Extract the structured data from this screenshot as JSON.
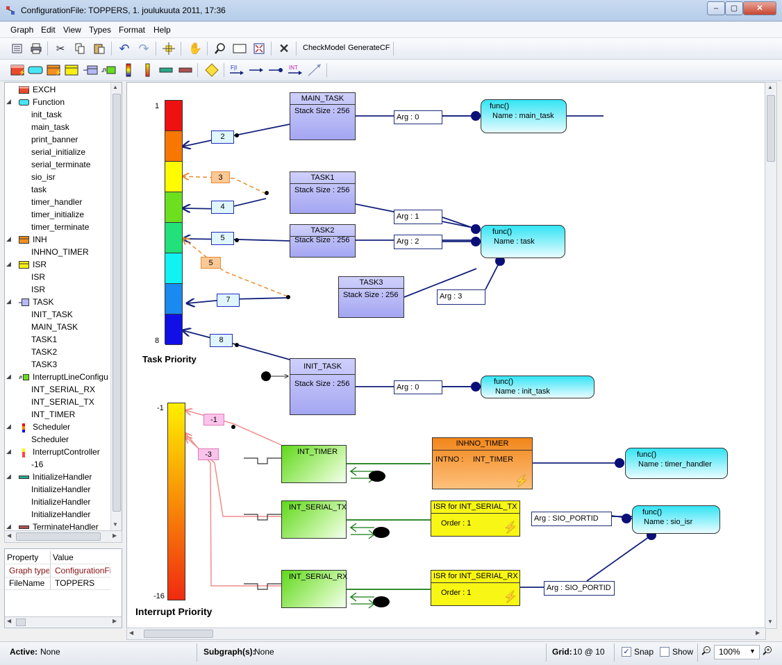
{
  "window": {
    "title": "ConfigurationFile: TOPPERS, 1. joulukuuta 2011, 17:36",
    "controls": [
      "minimize",
      "maximize",
      "close"
    ]
  },
  "menu": [
    "Graph",
    "Edit",
    "View",
    "Types",
    "Format",
    "Help"
  ],
  "toolbar1": {
    "buttons": [
      "properties-icon",
      "print-icon",
      "cut-icon",
      "copy-icon",
      "paste-icon",
      "undo-icon",
      "redo-icon",
      "center-icon",
      "pan-hand-icon",
      "zoom-icon",
      "zoom-rect-icon",
      "fit-icon",
      "delete-icon"
    ],
    "text_buttons": [
      "CheckModel",
      "GenerateCF"
    ]
  },
  "toolbar2": {
    "buttons": [
      "exch-icon",
      "function-icon",
      "inh-icon",
      "isr-icon",
      "task-icon",
      "interrupt-line-icon",
      "scheduler-icon",
      "interrupt-controller-icon",
      "initialize-handler-icon",
      "terminate-handler-icon",
      "diamond-icon",
      "fh-link-icon",
      "arrow-link-icon",
      "dot-link-icon",
      "int-link-icon",
      "diagonal-link-icon"
    ]
  },
  "tree": {
    "items": [
      {
        "label": "EXCH",
        "level": 0,
        "icon": "exch-icon",
        "expander": ""
      },
      {
        "label": "Function",
        "level": 0,
        "icon": "function-icon",
        "expander": "◢"
      },
      {
        "label": "init_task",
        "level": 1
      },
      {
        "label": "main_task",
        "level": 1
      },
      {
        "label": "print_banner",
        "level": 1
      },
      {
        "label": "serial_initialize",
        "level": 1
      },
      {
        "label": "serial_terminate",
        "level": 1
      },
      {
        "label": "sio_isr",
        "level": 1
      },
      {
        "label": "task",
        "level": 1
      },
      {
        "label": "timer_handler",
        "level": 1
      },
      {
        "label": "timer_initialize",
        "level": 1
      },
      {
        "label": "timer_terminate",
        "level": 1
      },
      {
        "label": "INH",
        "level": 0,
        "icon": "inh-icon",
        "expander": "◢"
      },
      {
        "label": "INHNO_TIMER",
        "level": 1
      },
      {
        "label": "ISR",
        "level": 0,
        "icon": "isr-icon",
        "expander": "◢"
      },
      {
        "label": "ISR",
        "level": 1
      },
      {
        "label": "ISR",
        "level": 1
      },
      {
        "label": "TASK",
        "level": 0,
        "icon": "task-icon",
        "expander": "◢"
      },
      {
        "label": "INIT_TASK",
        "level": 1
      },
      {
        "label": "MAIN_TASK",
        "level": 1
      },
      {
        "label": "TASK1",
        "level": 1
      },
      {
        "label": "TASK2",
        "level": 1
      },
      {
        "label": "TASK3",
        "level": 1
      },
      {
        "label": "InterruptLineConfigu",
        "level": 0,
        "icon": "interrupt-line-icon",
        "expander": "◢"
      },
      {
        "label": "INT_SERIAL_RX",
        "level": 1
      },
      {
        "label": "INT_SERIAL_TX",
        "level": 1
      },
      {
        "label": "INT_TIMER",
        "level": 1
      },
      {
        "label": "Scheduler",
        "level": 0,
        "icon": "scheduler-icon",
        "expander": "◢"
      },
      {
        "label": "Scheduler",
        "level": 1
      },
      {
        "label": "InterruptController",
        "level": 0,
        "icon": "interrupt-controller-icon",
        "expander": "◢"
      },
      {
        "label": "-16",
        "level": 1
      },
      {
        "label": "InitializeHandler",
        "level": 0,
        "icon": "initialize-handler-icon",
        "expander": "◢"
      },
      {
        "label": "InitializeHandler",
        "level": 1
      },
      {
        "label": "InitializeHandler",
        "level": 1
      },
      {
        "label": "InitializeHandler",
        "level": 1
      },
      {
        "label": "TerminateHandler",
        "level": 0,
        "icon": "terminate-handler-icon",
        "expander": "◢"
      }
    ]
  },
  "properties": {
    "headers": [
      "Property",
      "Value"
    ],
    "rows": [
      {
        "property": "Graph type",
        "value": "ConfigurationFile",
        "highlight": true
      },
      {
        "property": "FileName",
        "value": "TOPPERS",
        "highlight": false
      }
    ]
  },
  "diagram": {
    "task_priority": {
      "top_label": "1",
      "bottom_label": "8",
      "caption": "Task Priority",
      "colors": [
        "#ee1111",
        "#f77700",
        "#fffb00",
        "#6ce01e",
        "#22e07a",
        "#11f2f2",
        "#1a8af0",
        "#1010e6"
      ]
    },
    "interrupt_priority": {
      "top_label": "-1",
      "bottom_label": "-16",
      "caption": "Interrupt Priority",
      "colors": [
        "#fff000",
        "#f02a10"
      ]
    },
    "tasks": [
      {
        "id": "main",
        "name": "MAIN_TASK",
        "body": "Stack Size : 256"
      },
      {
        "id": "t1",
        "name": "TASK1",
        "body": "Stack Size : 256"
      },
      {
        "id": "t2",
        "name": "TASK2",
        "body": "Stack Size : 256"
      },
      {
        "id": "t3",
        "name": "TASK3",
        "body": "Stack Size : 256"
      },
      {
        "id": "init",
        "name": "INIT_TASK",
        "body": "Stack Size : 256"
      }
    ],
    "args": [
      "Arg : 0",
      "Arg : 1",
      "Arg : 2",
      "Arg : 3",
      "Arg : 0",
      "Arg : SIO_PORTID",
      "Arg : SIO_PORTID"
    ],
    "funcs": [
      {
        "head": "func()",
        "name": "Name :  main_task"
      },
      {
        "head": "func()",
        "name": "Name :  task"
      },
      {
        "head": "func()",
        "name": "Name :  init_task"
      },
      {
        "head": "func()",
        "name": "Name :  timer_handler"
      },
      {
        "head": "func()",
        "name": "Name :  sio_isr"
      }
    ],
    "priority_labels": [
      "2",
      "3",
      "4",
      "5",
      "5",
      "7",
      "8",
      "-1",
      "-3"
    ],
    "interrupt_lines": [
      {
        "name": "INT_TIMER"
      },
      {
        "name": "INT_SERIAL_TX"
      },
      {
        "name": "INT_SERIAL_RX"
      }
    ],
    "inh": {
      "name": "INHNO_TIMER",
      "body_label": "INTNO :",
      "body_value": "INT_TIMER"
    },
    "isrs": [
      {
        "name": "ISR for INT_SERIAL_TX",
        "order": "Order : 1"
      },
      {
        "name": "ISR for INT_SERIAL_RX",
        "order": "Order : 1"
      }
    ]
  },
  "status": {
    "active_label": "Active:",
    "active_value": "None",
    "subgraph_label": "Subgraph(s):",
    "subgraph_value": "None",
    "grid_label": "Grid:",
    "grid_value": "10 @ 10",
    "snap_label": "Snap",
    "snap_checked": true,
    "show_label": "Show",
    "show_checked": false,
    "zoom": "100%"
  }
}
